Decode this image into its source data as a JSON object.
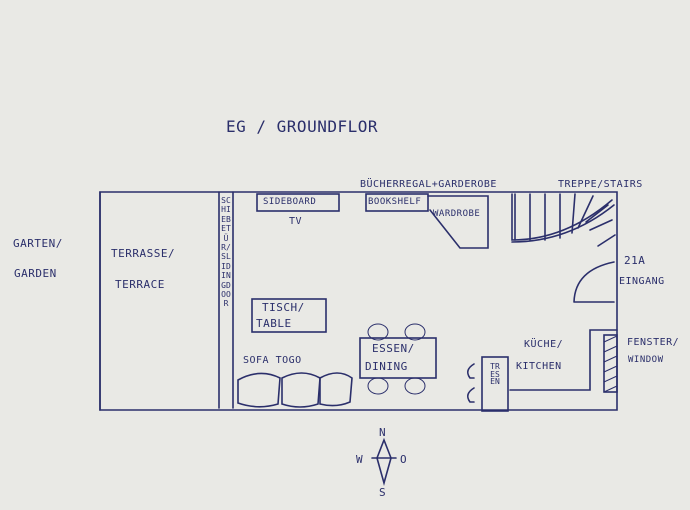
{
  "title": "EG / GROUNDFLOR",
  "labels": {
    "garten": "GARTEN/",
    "garden": "GARDEN",
    "terrasse": "TERRASSE/",
    "terrace": "TERRACE",
    "sideboard": "SIDEBOARD",
    "tv": "TV",
    "buecherregal": "BÜCHERREGAL+GARDEROBE",
    "bookshelf": "BOOKSHELF",
    "wardrobe": "WARDROBE",
    "treppe": "TREPPE/STAIRS",
    "entrance_no": "21A",
    "eingang": "EINGANG",
    "tisch": "TISCH/",
    "table": "TABLE",
    "essen": "ESSEN/",
    "dining": "DINING",
    "kueche": "KÜCHE/",
    "kitchen": "KITCHEN",
    "fenster": "FENSTER/",
    "window": "WINDOW",
    "sofa": "SOFA TOGO",
    "schiebetuer": "SCHIEBETÜR/SLIDINGDOOR",
    "tresen": "TRESEN"
  },
  "compass": {
    "n": "N",
    "s": "S",
    "w": "W",
    "o": "O"
  },
  "colors": {
    "ink": "#2b2f6b",
    "paper": "#e9e9e5"
  }
}
